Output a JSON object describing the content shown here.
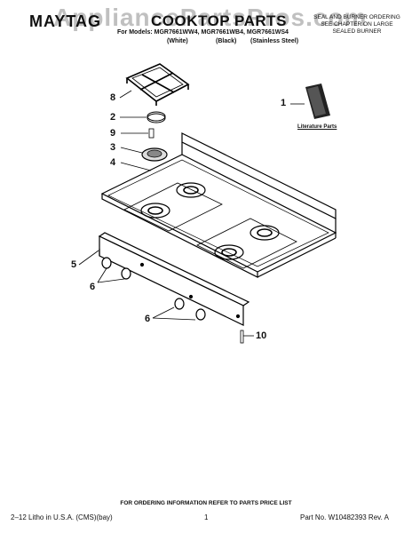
{
  "header": {
    "brand": "MAYTAG",
    "title": "COOKTOP PARTS",
    "watermark": "AppliancePartsPros.com",
    "models_line": "For Models: MGR7661WW4, MGR7661WB4, MGR7661WS4",
    "colors": [
      "(White)",
      "(Black)",
      "(Stainless Steel)"
    ],
    "note": "SEAL AND BURNER ORDERING SEE CHAPTER ON LARGE SEALED BURNER"
  },
  "literature": {
    "label": "Literature Parts"
  },
  "callouts": [
    "1",
    "2",
    "3",
    "4",
    "5",
    "6",
    "6",
    "8",
    "9",
    "10"
  ],
  "footer": {
    "ordering_info": "FOR ORDERING INFORMATION REFER TO PARTS PRICE LIST",
    "litho": "2–12 Litho in U.S.A. (CMS)(bay)",
    "page": "1",
    "part_no": "Part No. W10482393 Rev. A"
  }
}
